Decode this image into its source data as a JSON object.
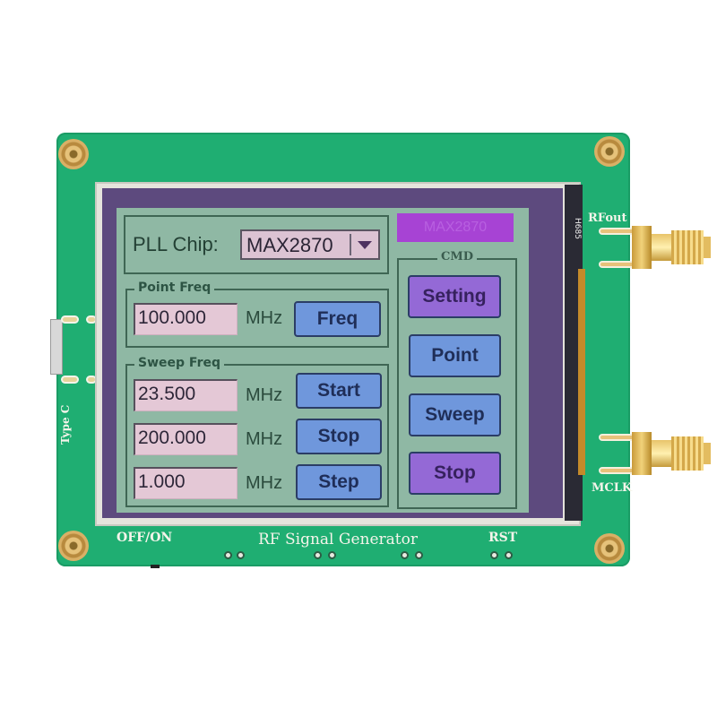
{
  "board": {
    "title": "RF Signal Generator",
    "labels": {
      "power_switch": "OFF/ON",
      "reset": "RST",
      "usb_port": "Type C",
      "rf_output": "RFout",
      "clock_input": "MCLK",
      "display_model": "H685"
    },
    "colors": {
      "pcb": "#1fae72",
      "screen_frame": "#5d4a7e",
      "panel": "#8fb8a4",
      "button_blue": "#6f97dc",
      "button_purple": "#9469d6",
      "field": "#e4c8d6",
      "status_bar": "#a743d4"
    }
  },
  "screen": {
    "pll": {
      "label": "PLL Chip:",
      "selected": "MAX2870",
      "dropdown_icon": "triangle-down"
    },
    "status_bar": {
      "text": "MAX2870"
    },
    "point_freq": {
      "title": "Point Freq",
      "value": "100.000",
      "unit": "MHz",
      "button": "Freq"
    },
    "sweep_freq": {
      "title": "Sweep Freq",
      "rows": [
        {
          "value": "23.500",
          "unit": "MHz",
          "button": "Start"
        },
        {
          "value": "200.000",
          "unit": "MHz",
          "button": "Stop"
        },
        {
          "value": "1.000",
          "unit": "MHz",
          "button": "Step"
        }
      ]
    },
    "cmd": {
      "title": "CMD",
      "buttons": [
        {
          "label": "Setting",
          "color": "purple"
        },
        {
          "label": "Point",
          "color": "blue"
        },
        {
          "label": "Sweep",
          "color": "blue"
        },
        {
          "label": "Stop",
          "color": "purple"
        }
      ]
    }
  }
}
